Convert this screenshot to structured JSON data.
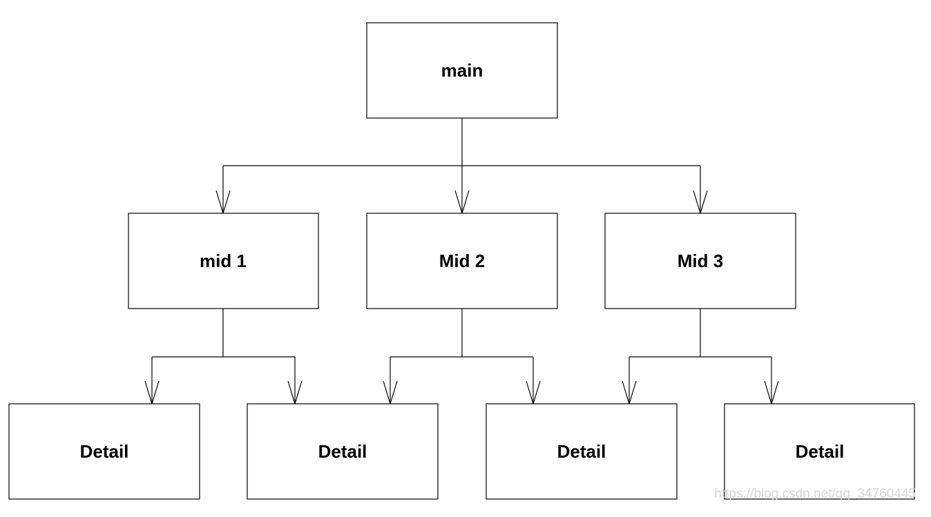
{
  "diagram": {
    "nodes": {
      "main": {
        "label": "main"
      },
      "mid1": {
        "label": "mid 1"
      },
      "mid2": {
        "label": "Mid 2"
      },
      "mid3": {
        "label": "Mid 3"
      },
      "detail1": {
        "label": "Detail"
      },
      "detail2": {
        "label": "Detail"
      },
      "detail3": {
        "label": "Detail"
      },
      "detail4": {
        "label": "Detail"
      }
    },
    "edges": [
      {
        "from": "main",
        "to": "mid1"
      },
      {
        "from": "main",
        "to": "mid2"
      },
      {
        "from": "main",
        "to": "mid3"
      },
      {
        "from": "mid1",
        "to": "detail1"
      },
      {
        "from": "mid1",
        "to": "detail2"
      },
      {
        "from": "mid2",
        "to": "detail2"
      },
      {
        "from": "mid2",
        "to": "detail3"
      },
      {
        "from": "mid3",
        "to": "detail3"
      },
      {
        "from": "mid3",
        "to": "detail4"
      }
    ]
  },
  "watermark": {
    "text": "https://blog.csdn.net/qq_34760445"
  },
  "colors": {
    "background": "#ffffff",
    "stroke": "#000000",
    "text": "#000000",
    "watermark": "#d6d6d6"
  }
}
